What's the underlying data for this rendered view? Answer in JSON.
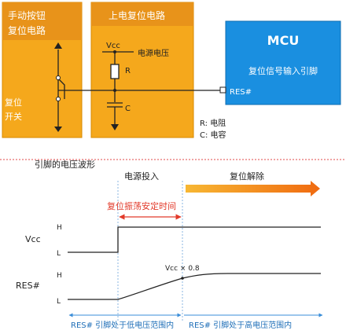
{
  "manual_box": {
    "title_line1": "手动按钮",
    "title_line2": "复位电路",
    "switch_line1": "复位",
    "switch_line2": "开关"
  },
  "poweron_box": {
    "title": "上电复位电路",
    "vcc": "Vcc",
    "supply": "电源电压",
    "r": "R",
    "c": "C"
  },
  "mcu": {
    "title": "MCU",
    "subtitle": "复位信号输入引脚",
    "pin": "RES#"
  },
  "legend": {
    "r_line": "R: 电阻",
    "c_line": "C: 电容"
  },
  "waveform": {
    "section_title": "引脚的电压波形",
    "power_on": "电源投入",
    "release": "复位解除",
    "stabilize": "复位振荡安定时间",
    "vcc_label": "Vcc",
    "res_label": "RES#",
    "high": "H",
    "low": "L",
    "threshold": "Vcc × 0.8",
    "low_range": "RES# 引脚处于低电压范围内",
    "high_range": "RES# 引脚处于高电压范围内"
  },
  "colors": {
    "orange_box": "#f5a81c",
    "box_header": "#e08a00",
    "mcu_blue": "#1a8fe0",
    "red_arrow": "#e23a2a",
    "guide_blue": "#3a8ed8"
  }
}
